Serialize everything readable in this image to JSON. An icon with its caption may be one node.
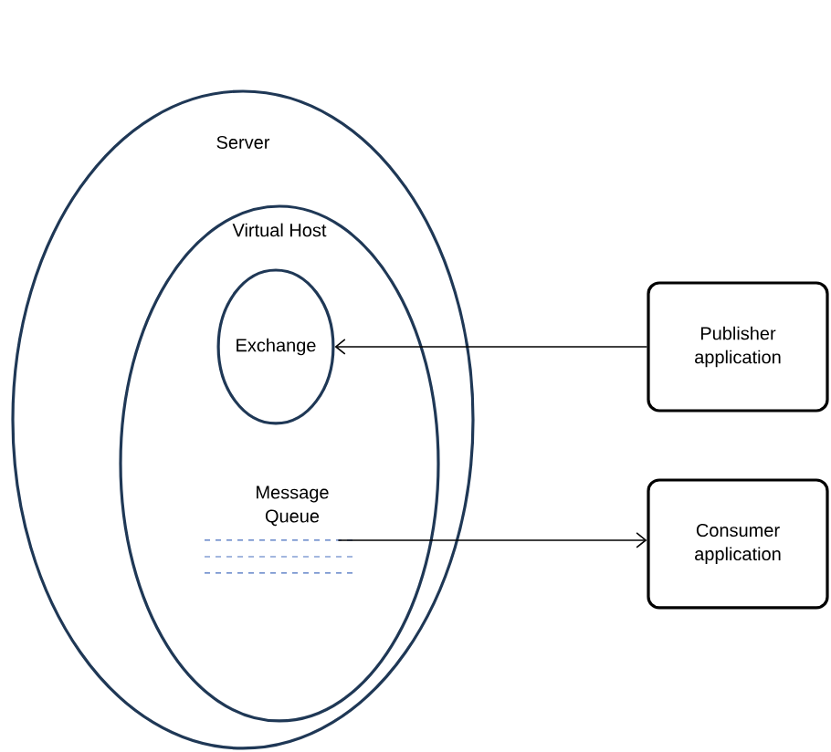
{
  "diagram": {
    "nodes": [
      {
        "text": [
          "Server"
        ]
      },
      {
        "text": [
          "Virtual Host"
        ],
        "in": 0
      },
      {
        "text": [
          "Exchange"
        ],
        "in": 1
      },
      {
        "text": [
          "Message Queue"
        ],
        "in": 1
      },
      {
        "text": [
          "Publisher application"
        ]
      },
      {
        "text": [
          "Consumer application"
        ]
      }
    ],
    "edges": [
      {
        "from": 4,
        "to": 2,
        "arrow": "to"
      },
      {
        "from": 3,
        "to": 5,
        "arrow": "to"
      }
    ]
  }
}
